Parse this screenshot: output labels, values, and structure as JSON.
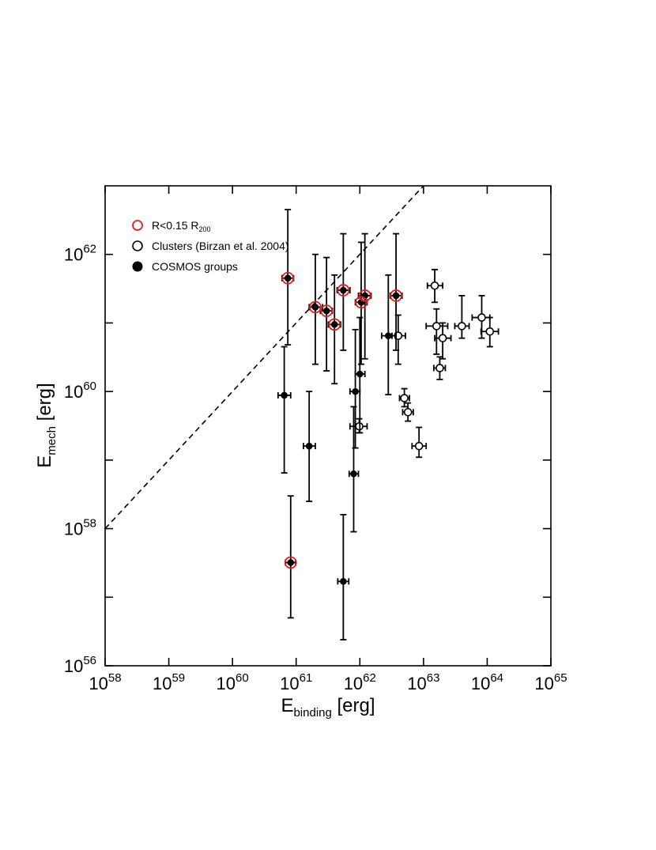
{
  "chart_data": {
    "type": "scatter",
    "xscale": "log",
    "yscale": "log",
    "xlim": [
      1e+58,
      1e+65
    ],
    "ylim": [
      1e+56,
      1e+63
    ],
    "xlabel": {
      "main": "E",
      "sub": "binding",
      "unit": " [erg]"
    },
    "ylabel": {
      "main": "E",
      "sub": "mech",
      "unit": " [erg]"
    },
    "x_ticks": [
      {
        "base": "10",
        "exp": "58"
      },
      {
        "base": "10",
        "exp": "59"
      },
      {
        "base": "10",
        "exp": "60"
      },
      {
        "base": "10",
        "exp": "61"
      },
      {
        "base": "10",
        "exp": "62"
      },
      {
        "base": "10",
        "exp": "63"
      },
      {
        "base": "10",
        "exp": "64"
      },
      {
        "base": "10",
        "exp": "65"
      }
    ],
    "x_tick_exponents": [
      58,
      59,
      60,
      61,
      62,
      63,
      64,
      65
    ],
    "y_ticks": [
      {
        "base": "10",
        "exp": "56"
      },
      {
        "base": "10",
        "exp": "58"
      },
      {
        "base": "10",
        "exp": "60"
      },
      {
        "base": "10",
        "exp": "62"
      }
    ],
    "y_tick_exponents": [
      56,
      58,
      60,
      62
    ],
    "y_minor_tick_exponents": [
      57,
      59,
      61
    ],
    "reference_line": {
      "style": "dashed",
      "relation": "y = x"
    },
    "legend": {
      "position": "top-left",
      "entries": [
        {
          "label": "R<0.15 R",
          "sub": "200",
          "marker": "open-circle",
          "color": "#e02020"
        },
        {
          "label": "Clusters (Birzan et al. 2004)",
          "sub": "",
          "marker": "open-circle",
          "color": "#000000"
        },
        {
          "label": "COSMOS groups",
          "sub": "",
          "marker": "filled-circle",
          "color": "#000000"
        }
      ]
    },
    "series": [
      {
        "name": "COSMOS groups",
        "marker": "filled-circle",
        "points": [
          {
            "x": 7.4e+60,
            "y": 4.5e+61,
            "xerr": [
              6e+60,
              9.1e+60
            ],
            "yerr": [
              4.8e+60,
              4.5e+62
            ]
          },
          {
            "x": 2e+61,
            "y": 1.7e+61,
            "xerr": [
              1.6e+61,
              2.6e+61
            ],
            "yerr": [
              2.5e+60,
              1e+62
            ]
          },
          {
            "x": 3e+61,
            "y": 1.5e+61,
            "xerr": [
              2.4e+61,
              3.7e+61
            ],
            "yerr": [
              2e+60,
              9e+61
            ]
          },
          {
            "x": 4e+61,
            "y": 9.5e+60,
            "xerr": [
              3.2e+61,
              5e+61
            ],
            "yerr": [
              1.3e+60,
              5e+61
            ]
          },
          {
            "x": 5.5e+61,
            "y": 3e+61,
            "xerr": [
              4.4e+61,
              7e+61
            ],
            "yerr": [
              4e+60,
              2e+62
            ]
          },
          {
            "x": 1.05e+62,
            "y": 2e+61,
            "xerr": [
              8.5e+61,
              1.3e+62
            ],
            "yerr": [
              2.5e+60,
              1.5e+62
            ]
          },
          {
            "x": 1.2e+62,
            "y": 2.5e+61,
            "xerr": [
              9.5e+61,
              1.5e+62
            ],
            "yerr": [
              3e+60,
              2e+62
            ]
          },
          {
            "x": 3.7e+62,
            "y": 2.5e+61,
            "xerr": [
              3e+62,
              4.6e+62
            ],
            "yerr": [
              4e+60,
              2e+62
            ]
          },
          {
            "x": 2.8e+62,
            "y": 6.5e+60,
            "xerr": [
              2.2e+62,
              3.6e+62
            ],
            "yerr": [
              9e+59,
              5e+61
            ]
          },
          {
            "x": 8.2e+60,
            "y": 3.2e+57,
            "xerr": [
              6.8e+60,
              9.8e+60
            ],
            "yerr": [
              5e+56,
              3e+58
            ]
          },
          {
            "x": 6.5e+60,
            "y": 8.8e+59,
            "xerr": [
              5.2e+60,
              8.2e+60
            ],
            "yerr": [
              6.5e+58,
              4.5e+60
            ]
          },
          {
            "x": 1.6e+61,
            "y": 1.6e+59,
            "xerr": [
              1.3e+61,
              2e+61
            ],
            "yerr": [
              2.5e+58,
              1e+60
            ]
          },
          {
            "x": 8e+61,
            "y": 6.3e+58,
            "xerr": [
              6.8e+61,
              9.5e+61
            ],
            "yerr": [
              9e+57,
              6e+59
            ]
          },
          {
            "x": 8.5e+61,
            "y": 1e+60,
            "xerr": [
              7e+61,
              1e+62
            ],
            "yerr": [
              1.5e+59,
              8e+60
            ]
          },
          {
            "x": 1e+62,
            "y": 1.8e+60,
            "xerr": [
              8.5e+61,
              1.2e+62
            ],
            "yerr": [
              2.5e+59,
              1.2e+61
            ]
          },
          {
            "x": 5.5e+61,
            "y": 1.7e+57,
            "xerr": [
              4.5e+61,
              6.7e+61
            ],
            "yerr": [
              2.4e+56,
              1.6e+58
            ]
          }
        ]
      },
      {
        "name": "Clusters (Birzan et al. 2004)",
        "marker": "open-circle",
        "points": [
          {
            "x": 9.8e+61,
            "y": 3.1e+59,
            "xerr": [
              7e+61,
              1.3e+62
            ],
            "yerr": [
              2.5e+59,
              4e+59
            ]
          },
          {
            "x": 4e+62,
            "y": 6.5e+60,
            "xerr": [
              3.2e+62,
              5.2e+62
            ],
            "yerr": [
              2.5e+60,
              1.3e+61
            ]
          },
          {
            "x": 5e+62,
            "y": 8e+59,
            "xerr": [
              4.2e+62,
              6e+62
            ],
            "yerr": [
              6e+59,
              1.1e+60
            ]
          },
          {
            "x": 5.7e+62,
            "y": 5e+59,
            "xerr": [
              4.7e+62,
              6.9e+62
            ],
            "yerr": [
              3.7e+59,
              6.8e+59
            ]
          },
          {
            "x": 8.5e+62,
            "y": 1.6e+59,
            "xerr": [
              6.6e+62,
              1.1e+63
            ],
            "yerr": [
              1.1e+59,
              3e+59
            ]
          },
          {
            "x": 1.5e+63,
            "y": 3.5e+61,
            "xerr": [
              1.15e+63,
              2e+63
            ],
            "yerr": [
              2e+61,
              6e+61
            ]
          },
          {
            "x": 1.6e+63,
            "y": 9e+60,
            "xerr": [
              1.1e+63,
              2.4e+63
            ],
            "yerr": [
              3.5e+60,
              1.6e+61
            ]
          },
          {
            "x": 2e+63,
            "y": 6e+60,
            "xerr": [
              1.5e+63,
              2.7e+63
            ],
            "yerr": [
              3e+60,
              1e+61
            ]
          },
          {
            "x": 1.8e+63,
            "y": 2.2e+60,
            "xerr": [
              1.45e+63,
              2.2e+63
            ],
            "yerr": [
              1.5e+60,
              3.2e+60
            ]
          },
          {
            "x": 4e+63,
            "y": 9e+60,
            "xerr": [
              3.1e+63,
              5.2e+63
            ],
            "yerr": [
              6e+60,
              2.5e+61
            ]
          },
          {
            "x": 8.2e+63,
            "y": 1.2e+61,
            "xerr": [
              5.8e+63,
              1.1e+64
            ],
            "yerr": [
              6e+60,
              2.5e+61
            ]
          },
          {
            "x": 1.1e+64,
            "y": 7.5e+60,
            "xerr": [
              8e+63,
              1.5e+64
            ],
            "yerr": [
              4.5e+60,
              1.2e+61
            ]
          }
        ]
      },
      {
        "name": "R<0.15 R200",
        "marker": "open-circle-red",
        "points": [
          {
            "x": 7.4e+60,
            "y": 4.5e+61
          },
          {
            "x": 2e+61,
            "y": 1.7e+61
          },
          {
            "x": 3e+61,
            "y": 1.5e+61
          },
          {
            "x": 4e+61,
            "y": 9.5e+60
          },
          {
            "x": 5.5e+61,
            "y": 3e+61
          },
          {
            "x": 1.05e+62,
            "y": 2e+61
          },
          {
            "x": 1.2e+62,
            "y": 2.5e+61
          },
          {
            "x": 3.7e+62,
            "y": 2.5e+61
          },
          {
            "x": 8.2e+60,
            "y": 3.2e+57
          }
        ]
      }
    ]
  }
}
